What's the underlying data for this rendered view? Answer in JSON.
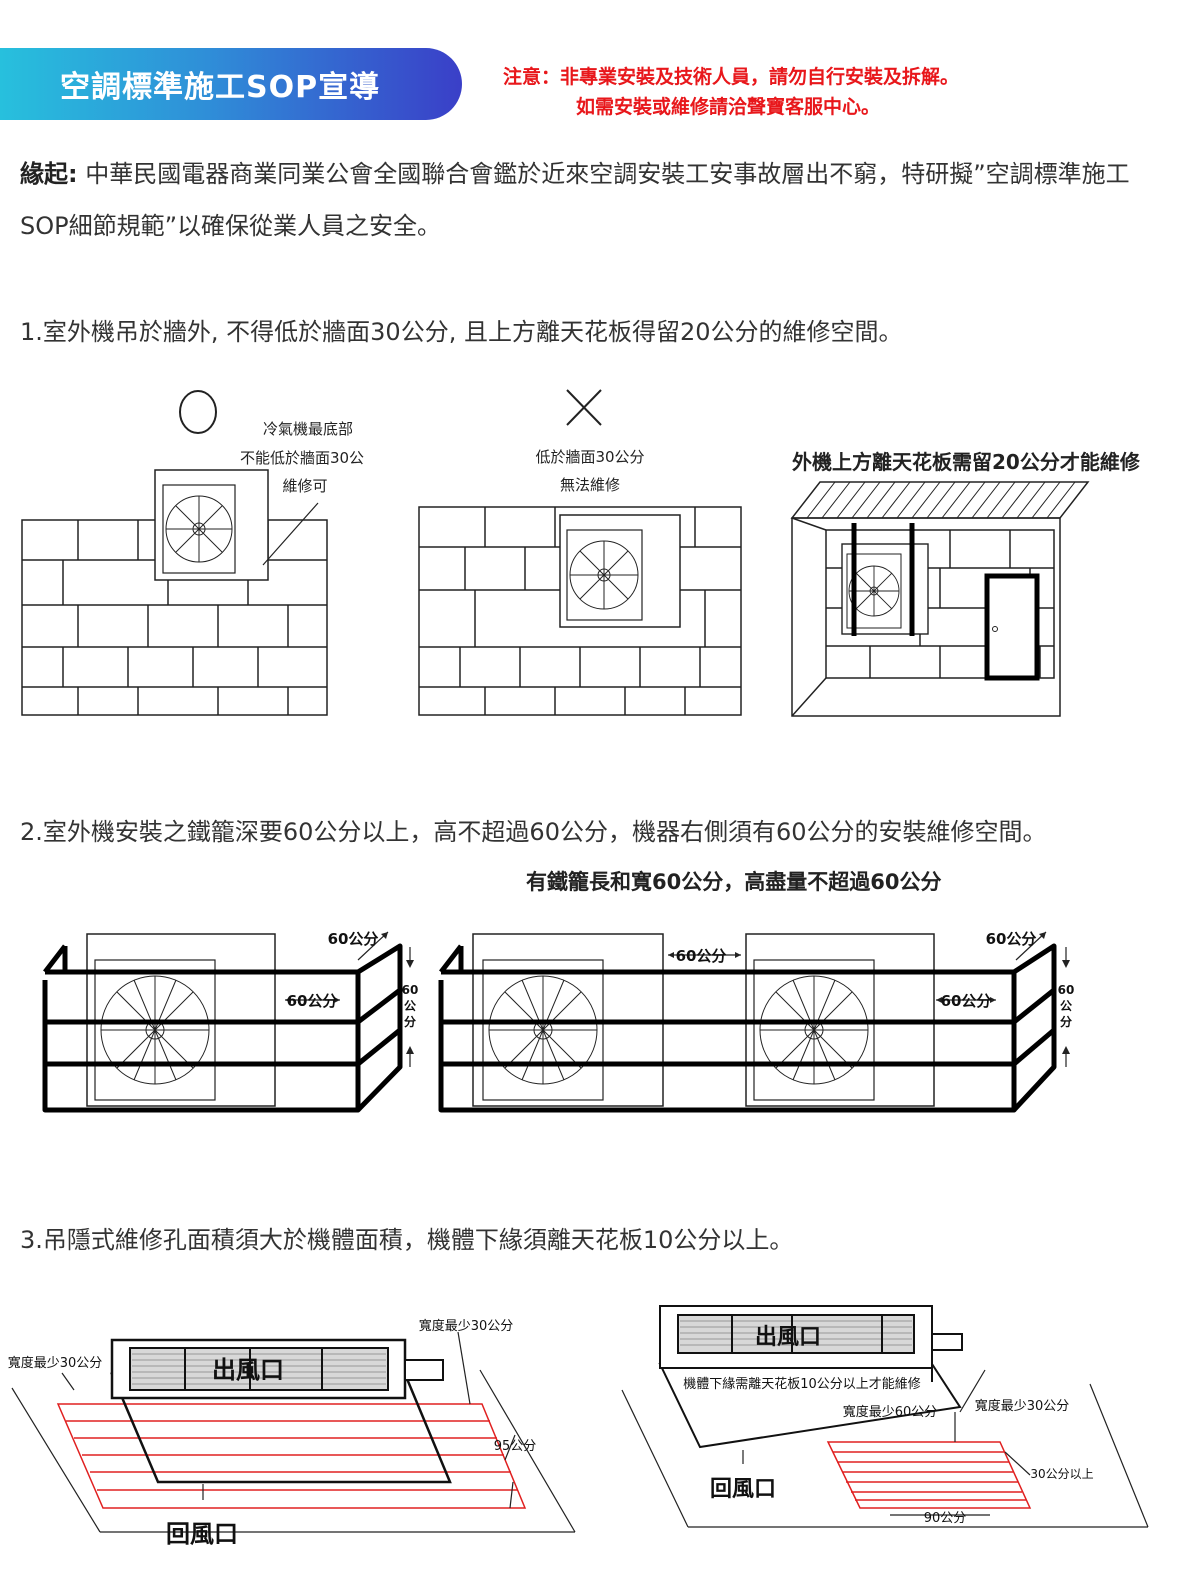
{
  "header": {
    "title": "空調標準施工SOP宣導",
    "warning_line1": "注意：非專業安裝及技術人員，請勿自行安裝及拆解。",
    "warning_line2": "如需安裝或維修請洽聲寶客服中心。"
  },
  "intro": {
    "label": "緣起:",
    "text": "中華民國電器商業同業公會全國聯合會鑑於近來空調安裝工安事故層出不窮，特研擬”空調標準施工SOP細節規範”以確保從業人員之安全。"
  },
  "section1": {
    "text": "1.室外機吊於牆外, 不得低於牆面30公分, 且上方離天花板得留20公分的維修空間。",
    "fig1": {
      "mark": "○",
      "caption1": "冷氣機最底部",
      "caption2": "不能低於牆面30公",
      "caption3": "維修可"
    },
    "fig2": {
      "mark": "✕",
      "caption1": "低於牆面30公分",
      "caption2": "無法維修"
    },
    "fig3": {
      "title": "外機上方離天花板需留20公分才能維修"
    }
  },
  "section2": {
    "text": "2.室外機安裝之鐵籠深要60公分以上，高不超過60公分，機器右側須有60公分的安裝維修空間。",
    "caption": "有鐵籠長和寬60公分，高盡量不超過60公分",
    "dim_label": "60公分",
    "vert_label": [
      "60",
      "公",
      "分"
    ]
  },
  "section3": {
    "text": "3.吊隱式維修孔面積須大於機體面積，機體下緣須離天花板10公分以上。",
    "left": {
      "width_min_left": "寬度最少30公分",
      "width_min_right": "寬度最少30公分",
      "outlet": "出風口",
      "length": "95公分",
      "return": "回風口"
    },
    "right": {
      "outlet": "出風口",
      "note": "機體下緣需離天花板10公分以上才能維修",
      "width60": "寬度最少60公分",
      "width30": "寬度最少30公分",
      "above30": "30公分以上",
      "length90": "90公分",
      "return": "回風口"
    }
  }
}
